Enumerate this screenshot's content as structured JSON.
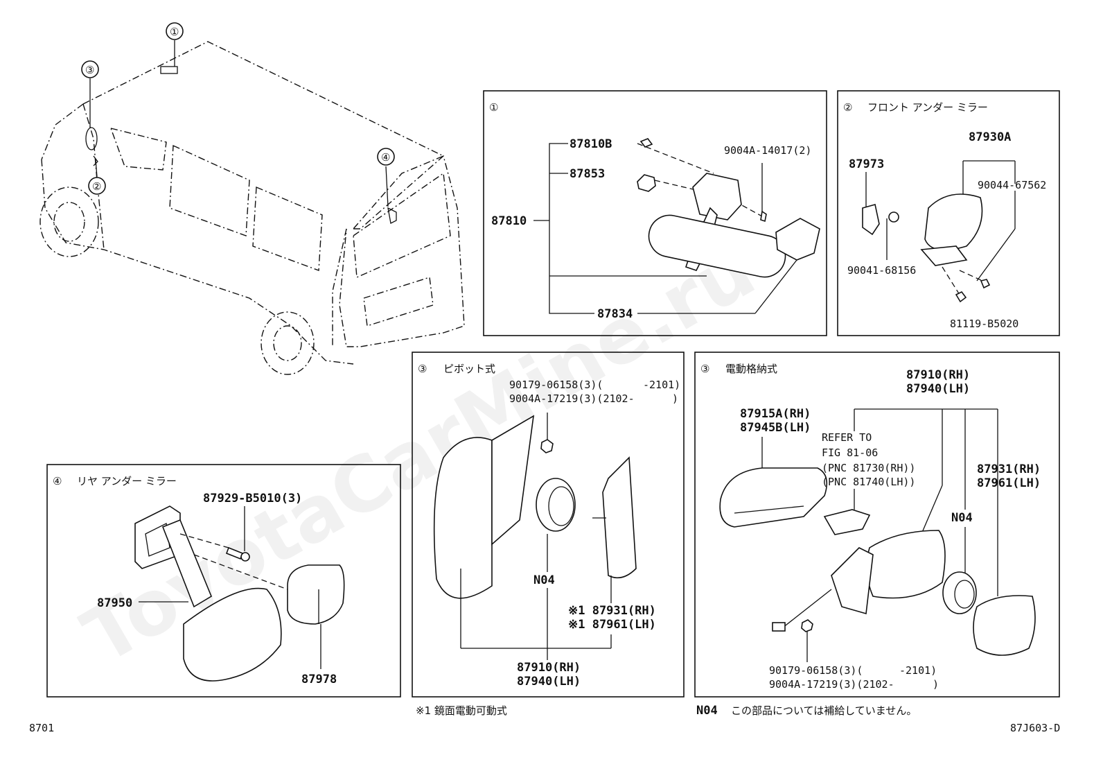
{
  "watermark": "ToyotaCarMine.ru",
  "page_code_left": "8701",
  "page_code_right": "87J603-D",
  "overview": {
    "callouts": [
      "①",
      "②",
      "③",
      "④"
    ]
  },
  "box1": {
    "num": "①",
    "labels": {
      "p87810B": "87810B",
      "p87853": "87853",
      "p87810": "87810",
      "p9004A14017": "9004A-14017(2)",
      "p87834": "87834"
    }
  },
  "box2": {
    "num": "②",
    "title": "フロント アンダー ミラー",
    "labels": {
      "p87930A": "87930A",
      "p87973": "87973",
      "p9004467562": "90044-67562",
      "p9004168156": "90041-68156",
      "p81119B5020": "81119-B5020"
    }
  },
  "box3a": {
    "num": "③",
    "title": "ピボット式",
    "labels": {
      "p90179": "90179-06158(3)(",
      "p90179r": "-2101)",
      "p9004A17219": "9004A-17219(3)(2102-",
      "p9004A17219r": ")",
      "n04": "N04",
      "p87931": "※1 87931(RH)",
      "p87961": "※1 87961(LH)",
      "p87910": "87910(RH)",
      "p87940": "87940(LH)"
    },
    "footnote": "※1 鏡面電動可動式"
  },
  "box3b": {
    "num": "③",
    "title": "電動格納式",
    "labels": {
      "p87910": "87910(RH)",
      "p87940": "87940(LH)",
      "p87915A": "87915A(RH)",
      "p87945B": "87945B(LH)",
      "refer1": "REFER TO",
      "refer2": "FIG 81-06",
      "refer3": "(PNC 81730(RH))",
      "refer4": "(PNC 81740(LH))",
      "n04": "N04",
      "p87931": "87931(RH)",
      "p87961": "87961(LH)",
      "p90179": "90179-06158(3)(",
      "p90179r": "-2101)",
      "p9004A17219": "9004A-17219(3)(2102-",
      "p9004A17219r": ")"
    },
    "footnote_code": "N04",
    "footnote_text": "この部品については補給していません。"
  },
  "box4": {
    "num": "④",
    "title": "リヤ アンダー ミラー",
    "labels": {
      "p87929": "87929-B5010(3)",
      "p87950": "87950",
      "p87978": "87978"
    }
  }
}
